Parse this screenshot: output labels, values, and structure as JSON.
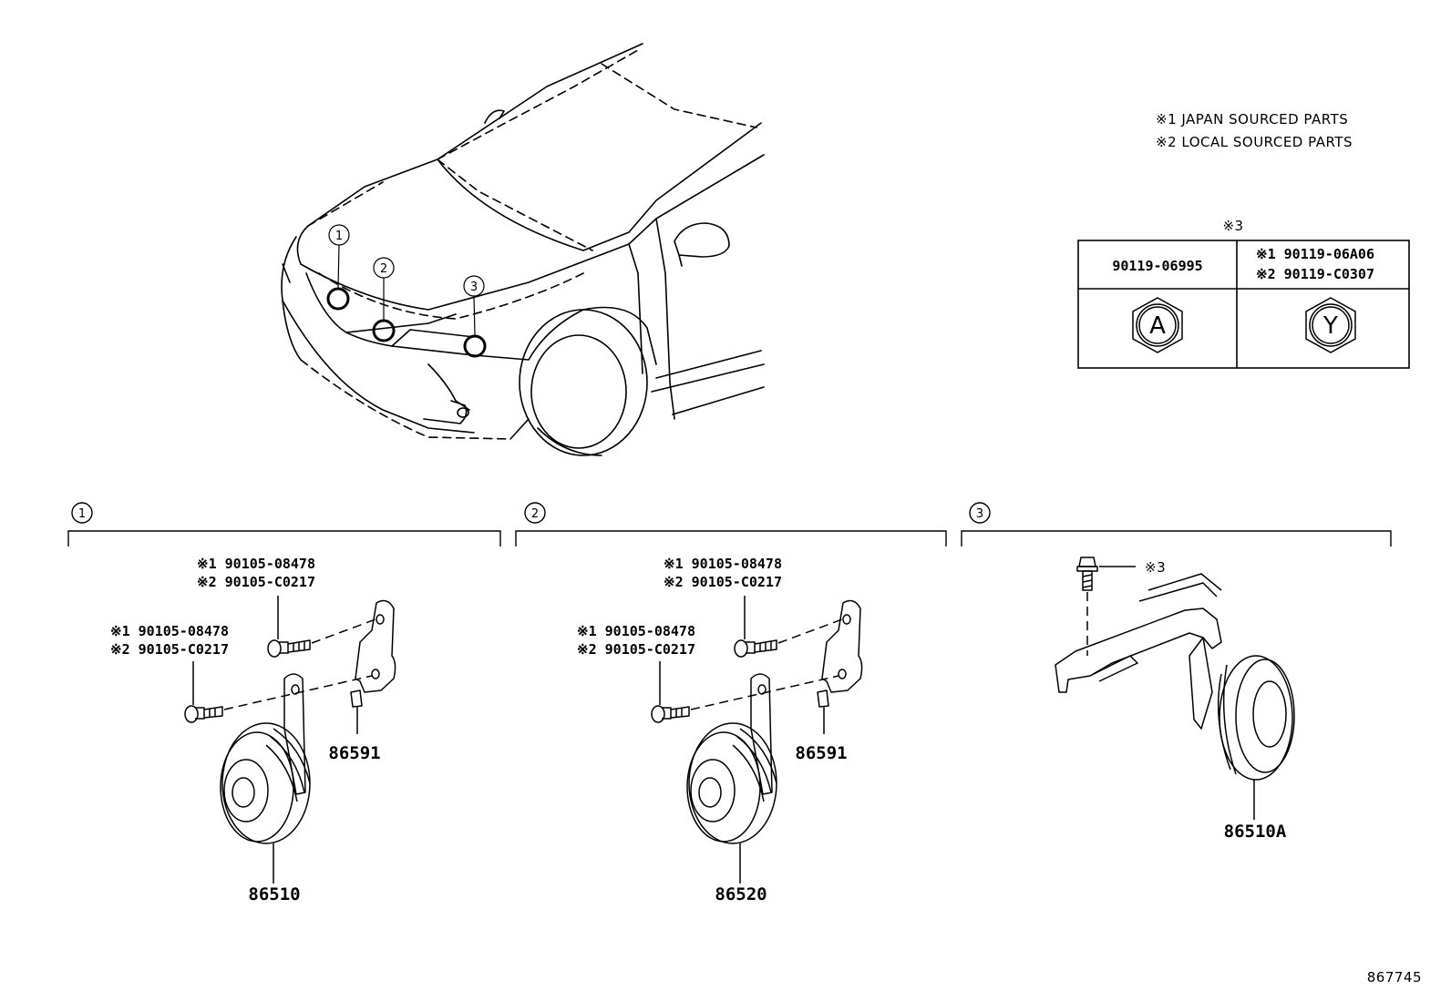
{
  "legend": {
    "line1": "※1 JAPAN SOURCED PARTS",
    "line2": "※2 LOCAL SOURCED PARTS"
  },
  "nut_table": {
    "header": "※3",
    "col1_part": "90119-06995",
    "col2_part1": "※1 90119-06A06",
    "col2_part2": "※2 90119-C0307",
    "col1_letter": "A",
    "col2_letter": "Y"
  },
  "callouts": {
    "c1": "1",
    "c2": "2",
    "c3": "3"
  },
  "section1": {
    "marker": "1",
    "bolt_upper_1": "※1 90105-08478",
    "bolt_upper_2": "※2 90105-C0217",
    "bolt_lower_1": "※1 90105-08478",
    "bolt_lower_2": "※2 90105-C0217",
    "bracket_part": "86591",
    "horn_part": "86510"
  },
  "section2": {
    "marker": "2",
    "bolt_upper_1": "※1 90105-08478",
    "bolt_upper_2": "※2 90105-C0217",
    "bolt_lower_1": "※1 90105-08478",
    "bolt_lower_2": "※2 90105-C0217",
    "bracket_part": "86591",
    "horn_part": "86520"
  },
  "section3": {
    "marker": "3",
    "bolt_ref": "※3",
    "horn_part": "86510A"
  },
  "diagram_id": "867745"
}
